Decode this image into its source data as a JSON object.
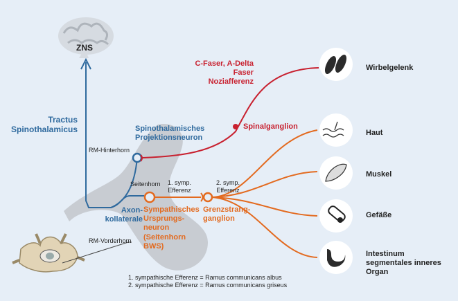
{
  "colors": {
    "background": "#e6eef7",
    "blue": "#2f6a9e",
    "red": "#c8202f",
    "orange": "#e36a1f",
    "gray": "#b8bcc2",
    "dark": "#222222"
  },
  "labels": {
    "zns": "ZNS",
    "tractus": [
      "Tractus",
      "Spinothalamicus"
    ],
    "rm_hinterhorn": "RM-Hinterhorn",
    "spinothalamisches": [
      "Spinothalamisches",
      "Projektionsneuron"
    ],
    "seitenhorn": "Seitenhorn",
    "sym1": [
      "1. symp.",
      "Efferenz"
    ],
    "sym2": [
      "2. symp.",
      "Efferenz"
    ],
    "axon": [
      "Axon-",
      "kollaterale"
    ],
    "sympathisches": [
      "Sympathisches",
      "Ursprungs-",
      "neuron",
      "(Seitenhorn",
      "BWS)"
    ],
    "grenzstrang": [
      "Grenzstrang-",
      "ganglion"
    ],
    "rm_vorderhorn": "RM-Vorderhorn",
    "cfaser": [
      "C-Faser, A-Delta",
      "Faser",
      "Noziafferenz"
    ],
    "spinalganglion": "Spinalganglion",
    "legend": [
      "1. sympathische Efferenz = Ramus communicans albus",
      "2. sympathische Efferenz = Ramus communicans griseus"
    ]
  },
  "targets": [
    {
      "label": [
        "Wirbelgelenk"
      ],
      "icon": "vertebral-joint-icon"
    },
    {
      "label": [
        "Haut"
      ],
      "icon": "skin-hair-icon"
    },
    {
      "label": [
        "Muskel"
      ],
      "icon": "muscle-icon"
    },
    {
      "label": [
        "Gefäße"
      ],
      "icon": "blood-vessel-icon"
    },
    {
      "label": [
        "Intestinum",
        "segmentales inneres",
        "Organ"
      ],
      "icon": "stomach-icon"
    }
  ]
}
